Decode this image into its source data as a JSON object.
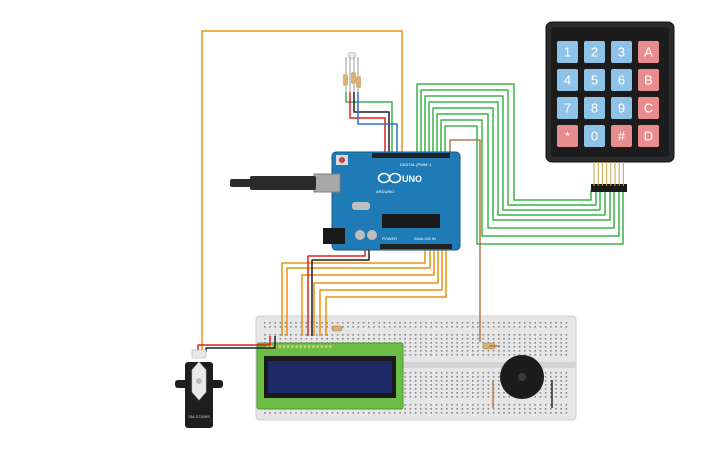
{
  "arduino": {
    "brand": "UNO",
    "label_model": "ARDUINO",
    "label_digital": "DIGITAL (PWM~)",
    "label_power": "POWER",
    "label_analog": "ANALOG IN"
  },
  "keypad": {
    "keys": [
      [
        "1",
        "2",
        "3",
        "A"
      ],
      [
        "4",
        "5",
        "6",
        "B"
      ],
      [
        "7",
        "8",
        "9",
        "C"
      ],
      [
        "*",
        "0",
        "#",
        "D"
      ]
    ],
    "digit_color": "#8fc3e8",
    "letter_color": "#e88d8d"
  },
  "servo": {
    "model": "SM-S2309S"
  },
  "wire_colors": {
    "orange": "#e8900e",
    "green": "#3bb34a",
    "red": "#e02020",
    "black": "#202020",
    "blue": "#2f6fcf",
    "brown": "#b0784a"
  }
}
